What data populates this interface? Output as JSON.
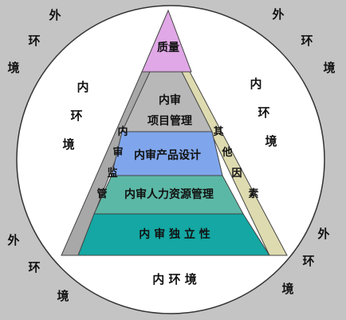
{
  "outer": {
    "top_left": [
      "外",
      "环",
      "境"
    ],
    "top_right": [
      "外",
      "环",
      "境"
    ],
    "bottom_left": [
      "外",
      "环",
      "境"
    ],
    "bottom_right": [
      "外",
      "环",
      "境"
    ]
  },
  "circle_labels": {
    "left": [
      "内",
      "环",
      "境"
    ],
    "right": [
      "内",
      "环",
      "境"
    ],
    "bottom": "内 环 境"
  },
  "pyramid": {
    "top": "质量",
    "layer2_line1": "内审",
    "layer2_line2": "项目管理",
    "layer3": "内审产品设计",
    "layer4": "内审人力资源管理",
    "base": "内 审 独 立 性",
    "left_side": [
      "内",
      "审",
      "监",
      "管"
    ],
    "right_side": [
      "其",
      "他",
      "因",
      "素"
    ]
  },
  "colors": {
    "background": "#c4c4c4",
    "circle": "#ffffff",
    "top": "#e0a8e6",
    "middle_gray": "#b8b8b8",
    "blue": "#7fa6ec",
    "teal_light": "#5cb8a6",
    "teal_base": "#14a7a3",
    "left_strip": "#a8a8a8",
    "right_strip": "#dedbb0"
  }
}
